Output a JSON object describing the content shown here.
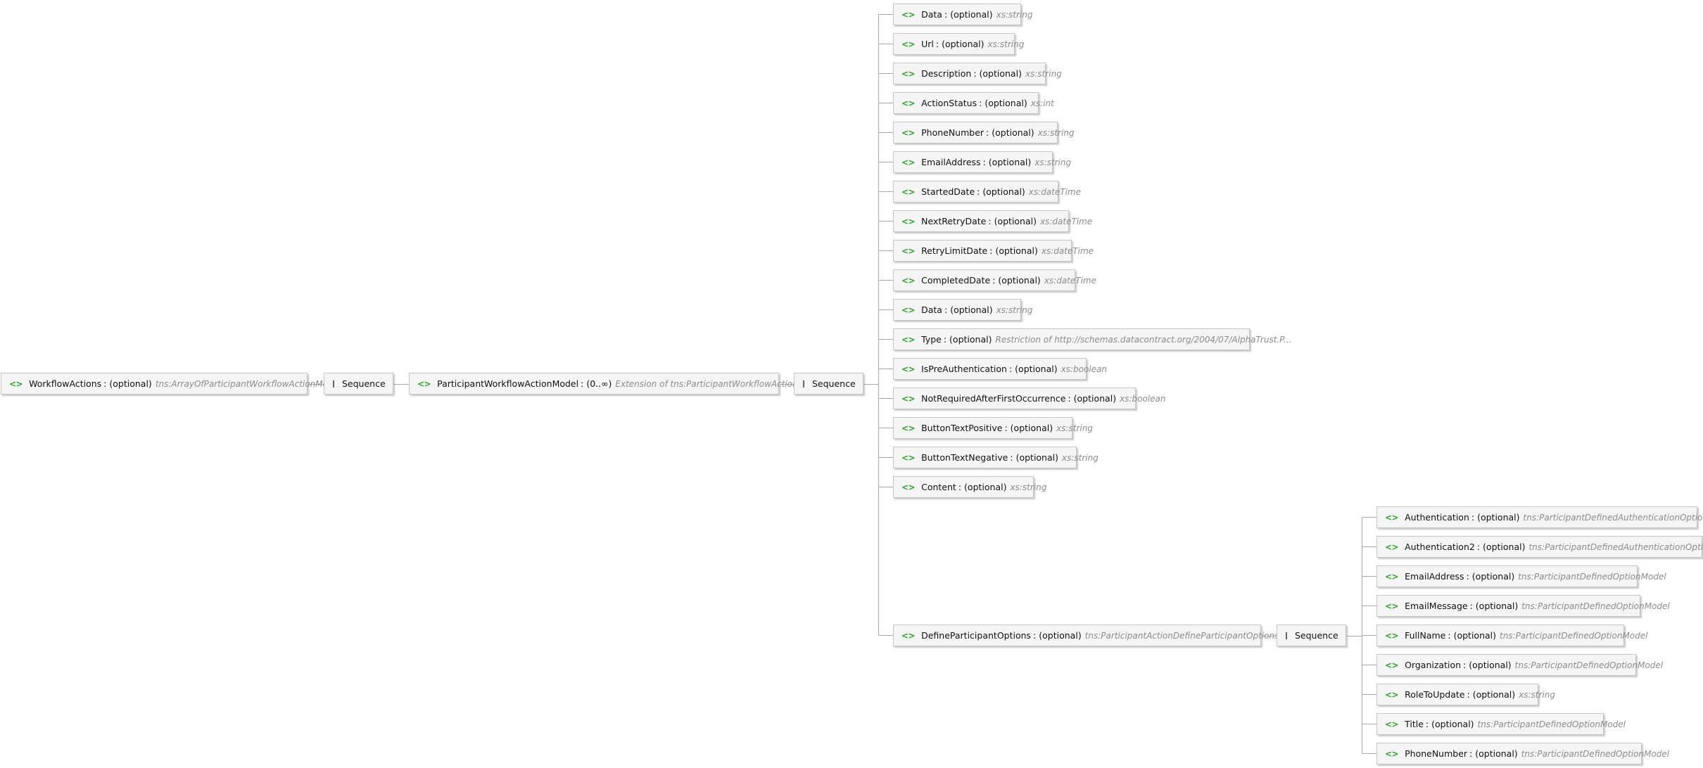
{
  "root": {
    "name": "WorkflowActions",
    "sep": ":",
    "occurrence": "(optional)",
    "type": "tns:ArrayOfParticipantWorkflowActionModel"
  },
  "sequence_label": "Sequence",
  "model": {
    "name": "ParticipantWorkflowActionModel",
    "sep": ":",
    "occurrence": "(0..∞)",
    "type": "Extension of tns:ParticipantWorkflowActionModel"
  },
  "fields": [
    {
      "name": "Data",
      "sep": ":",
      "occurrence": "(optional)",
      "type": "xs:string"
    },
    {
      "name": "Url",
      "sep": ":",
      "occurrence": "(optional)",
      "type": "xs:string"
    },
    {
      "name": "Description",
      "sep": ":",
      "occurrence": "(optional)",
      "type": "xs:string"
    },
    {
      "name": "ActionStatus",
      "sep": ":",
      "occurrence": "(optional)",
      "type": "xs:int"
    },
    {
      "name": "PhoneNumber",
      "sep": ":",
      "occurrence": "(optional)",
      "type": "xs:string"
    },
    {
      "name": "EmailAddress",
      "sep": ":",
      "occurrence": "(optional)",
      "type": "xs:string"
    },
    {
      "name": "StartedDate",
      "sep": ":",
      "occurrence": "(optional)",
      "type": "xs:dateTime"
    },
    {
      "name": "NextRetryDate",
      "sep": ":",
      "occurrence": "(optional)",
      "type": "xs:dateTime"
    },
    {
      "name": "RetryLimitDate",
      "sep": ":",
      "occurrence": "(optional)",
      "type": "xs:dateTime"
    },
    {
      "name": "CompletedDate",
      "sep": ":",
      "occurrence": "(optional)",
      "type": "xs:dateTime"
    },
    {
      "name": "Data",
      "sep": ":",
      "occurrence": "(optional)",
      "type": "xs:string"
    },
    {
      "name": "Type",
      "sep": ":",
      "occurrence": "(optional)",
      "type": "Restriction of http://schemas.datacontract.org/2004/07/AlphaTrust.P..."
    },
    {
      "name": "IsPreAuthentication",
      "sep": ":",
      "occurrence": "(optional)",
      "type": "xs:boolean"
    },
    {
      "name": "NotRequiredAfterFirstOccurrence",
      "sep": ":",
      "occurrence": "(optional)",
      "type": "xs:boolean"
    },
    {
      "name": "ButtonTextPositive",
      "sep": ":",
      "occurrence": "(optional)",
      "type": "xs:string"
    },
    {
      "name": "ButtonTextNegative",
      "sep": ":",
      "occurrence": "(optional)",
      "type": "xs:string"
    },
    {
      "name": "Content",
      "sep": ":",
      "occurrence": "(optional)",
      "type": "xs:string"
    },
    {
      "name": "DefineParticipantOptions",
      "sep": ":",
      "occurrence": "(optional)",
      "type": "tns:ParticipantActionDefineParticipantOptionsModel"
    }
  ],
  "options": [
    {
      "name": "Authentication",
      "sep": ":",
      "occurrence": "(optional)",
      "type": "tns:ParticipantDefinedAuthenticationOptionModel"
    },
    {
      "name": "Authentication2",
      "sep": ":",
      "occurrence": "(optional)",
      "type": "tns:ParticipantDefinedAuthenticationOptionModel"
    },
    {
      "name": "EmailAddress",
      "sep": ":",
      "occurrence": "(optional)",
      "type": "tns:ParticipantDefinedOptionModel"
    },
    {
      "name": "EmailMessage",
      "sep": ":",
      "occurrence": "(optional)",
      "type": "tns:ParticipantDefinedOptionModel"
    },
    {
      "name": "FullName",
      "sep": ":",
      "occurrence": "(optional)",
      "type": "tns:ParticipantDefinedOptionModel"
    },
    {
      "name": "Organization",
      "sep": ":",
      "occurrence": "(optional)",
      "type": "tns:ParticipantDefinedOptionModel"
    },
    {
      "name": "RoleToUpdate",
      "sep": ":",
      "occurrence": "(optional)",
      "type": "xs:string"
    },
    {
      "name": "Title",
      "sep": ":",
      "occurrence": "(optional)",
      "type": "tns:ParticipantDefinedOptionModel"
    },
    {
      "name": "PhoneNumber",
      "sep": ":",
      "occurrence": "(optional)",
      "type": "tns:ParticipantDefinedOptionModel"
    }
  ],
  "element_tag": "<>"
}
